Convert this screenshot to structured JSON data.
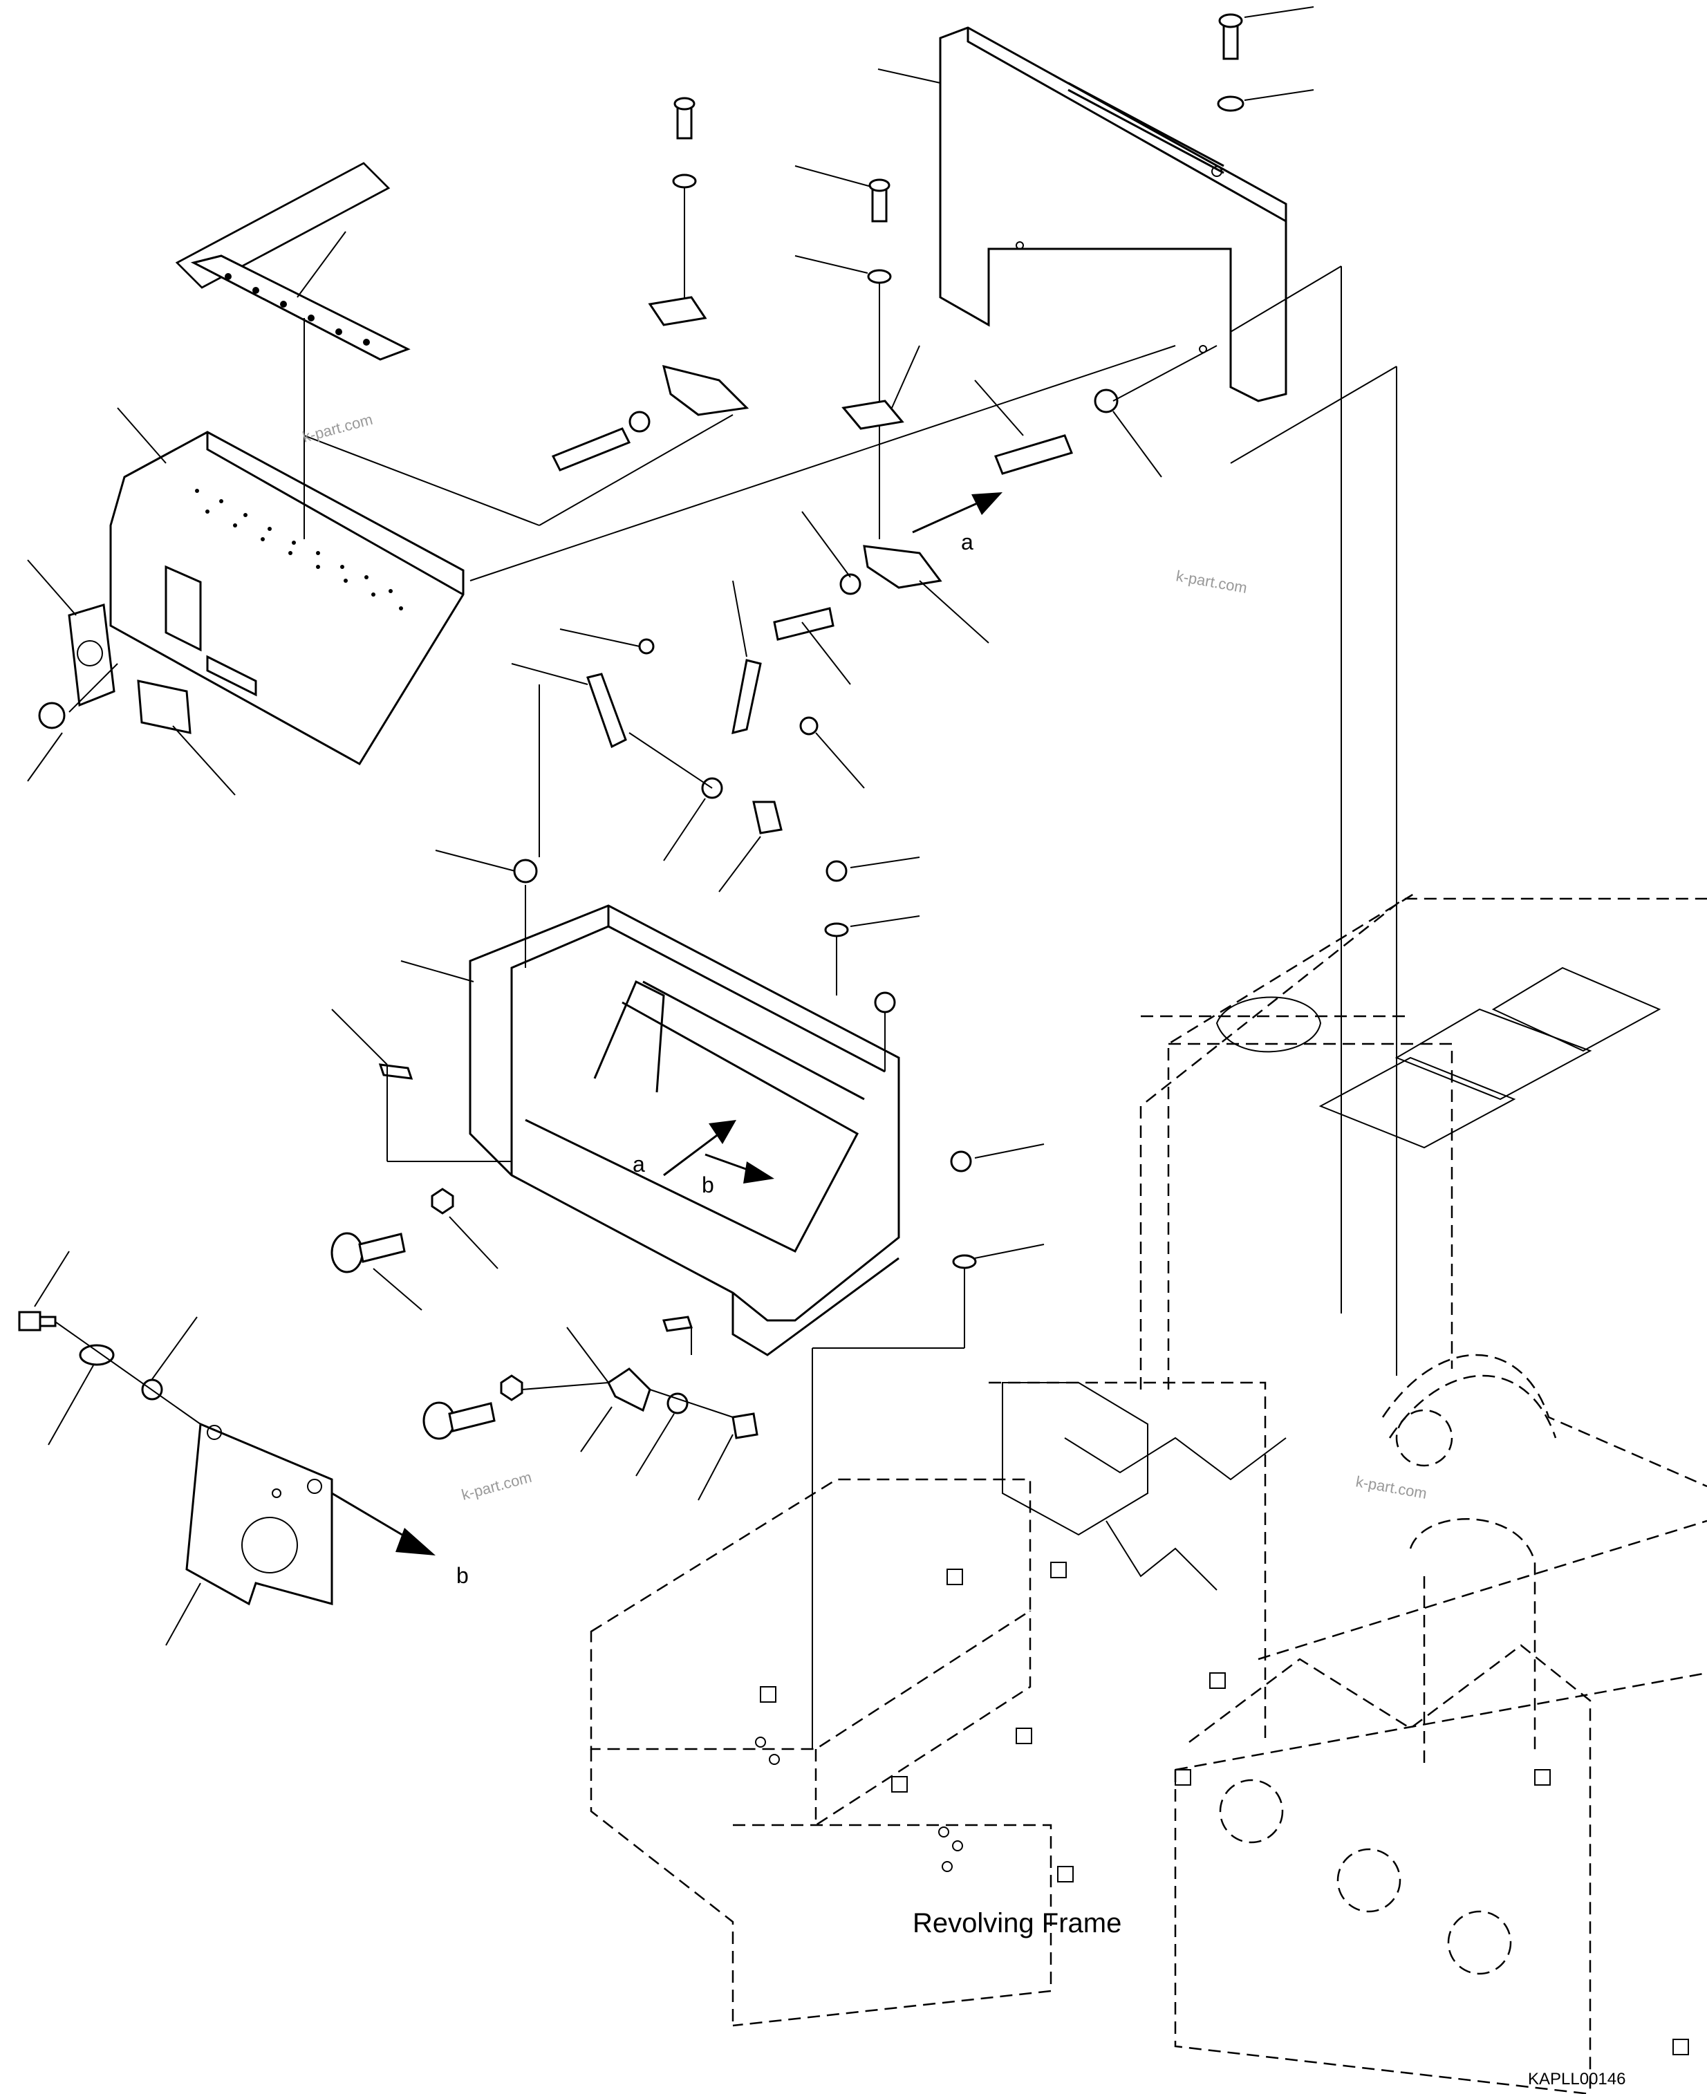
{
  "caption": "Revolving Frame",
  "drawing_code": "KAPLL00146",
  "arrow_labels": {
    "a": "a",
    "b": "b"
  },
  "watermark": "k-part.com"
}
